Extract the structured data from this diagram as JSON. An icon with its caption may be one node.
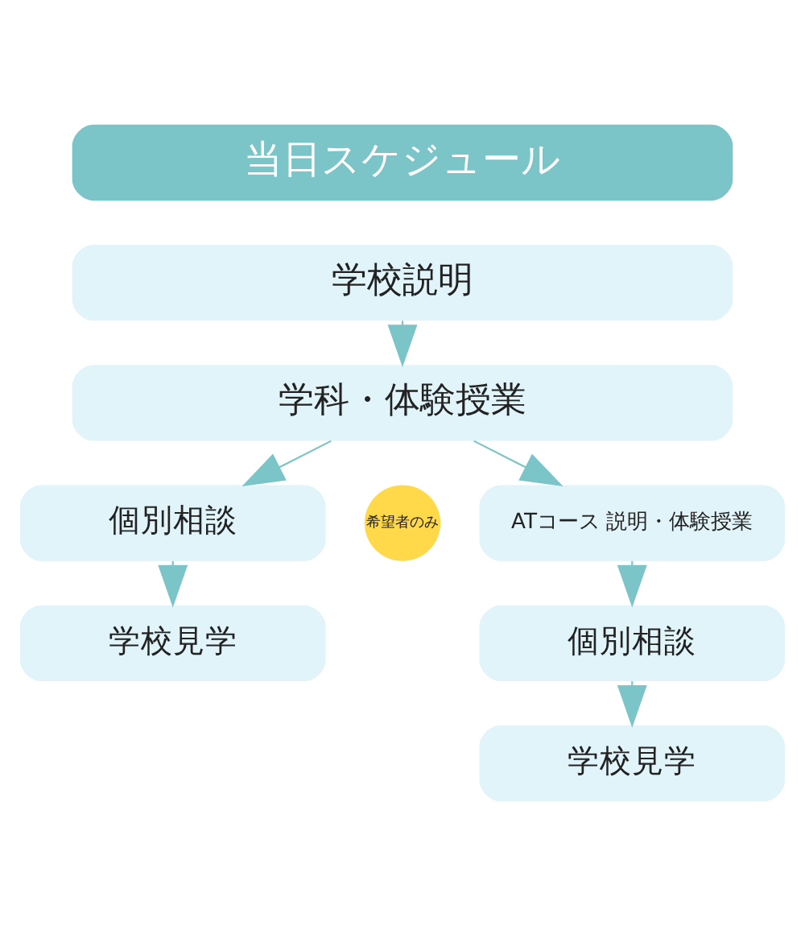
{
  "diagram": {
    "nodes": [
      {
        "text": [
          "当日スケジュール"
        ]
      },
      {
        "text": [
          "学校説明"
        ]
      },
      {
        "text": [
          "学科・体験授業"
        ]
      },
      {
        "text": [
          "個別相談"
        ]
      },
      {
        "text": [
          "学校見学"
        ]
      },
      {
        "text": [
          "希望者のみ"
        ]
      },
      {
        "text": [
          "ATコース 説明・体験授業"
        ]
      },
      {
        "text": [
          "個別相談"
        ]
      },
      {
        "text": [
          "学校見学"
        ]
      }
    ],
    "edges": [
      {
        "from": 1,
        "to": 2,
        "arrow": "to"
      },
      {
        "from": 2,
        "to": 3,
        "arrow": "to"
      },
      {
        "from": 2,
        "to": 6,
        "arrow": "to"
      },
      {
        "from": 3,
        "to": 4,
        "arrow": "to"
      },
      {
        "from": 6,
        "to": 7,
        "arrow": "to"
      },
      {
        "from": 7,
        "to": 8,
        "arrow": "to"
      }
    ]
  }
}
